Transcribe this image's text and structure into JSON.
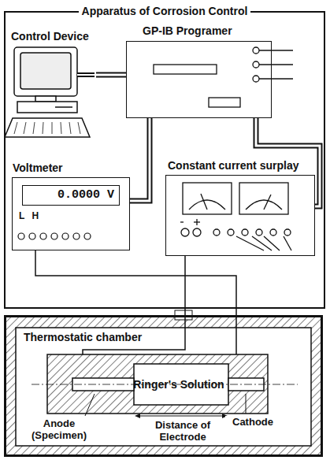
{
  "diagram": {
    "nodes": [
      {
        "text": [
          "Apparatus of Corrosion Control"
        ]
      },
      {
        "text": [
          "Control Device"
        ],
        "in": 0
      },
      {
        "text": [
          "GP-IB Programer"
        ],
        "in": 0
      },
      {
        "text": [
          "Voltmeter",
          "0.0000 V",
          "L H"
        ],
        "in": 0
      },
      {
        "text": [
          "Constant current surplay"
        ],
        "in": 0
      },
      {
        "text": [
          "Thermostatic chamber"
        ]
      },
      {
        "text": [
          "Ringer's Solution"
        ],
        "in": 5
      }
    ],
    "edges": [
      {
        "from": 1,
        "to": 2,
        "arrow": "none"
      },
      {
        "from": 2,
        "to": 3,
        "arrow": "none"
      },
      {
        "from": 2,
        "to": 4,
        "arrow": "none"
      },
      {
        "from": 4,
        "to": 6,
        "arrow": "none"
      },
      {
        "from": 3,
        "to": 6,
        "arrow": "none"
      }
    ],
    "labels": [
      "Anode (Specimen)",
      "Distance of Electrode",
      "Cathode"
    ]
  }
}
